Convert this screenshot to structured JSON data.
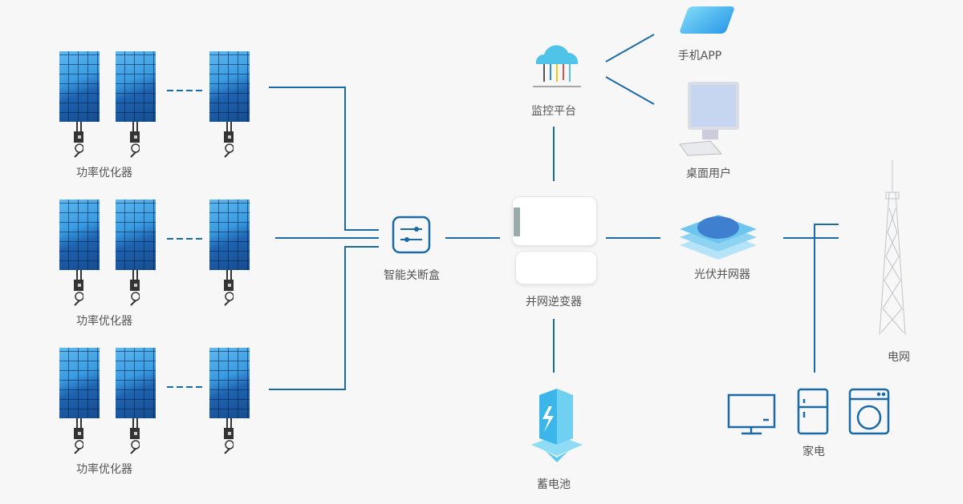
{
  "colors": {
    "line": "#1a6aa8",
    "label": "#555555",
    "background": "#f7f7f7"
  },
  "pv_strings": [
    {
      "label": "功率优化器"
    },
    {
      "label": "功率优化器"
    },
    {
      "label": "功率优化器"
    }
  ],
  "nodes": {
    "rapid_shutdown": "智能关断盒",
    "inverter": "并网逆变器",
    "monitoring": "监控平台",
    "mobile_app": "手机APP",
    "desktop_user": "桌面用户",
    "grid_connector": "光伏并网器",
    "grid": "电网",
    "appliances": "家电",
    "battery": "蓄电池"
  }
}
